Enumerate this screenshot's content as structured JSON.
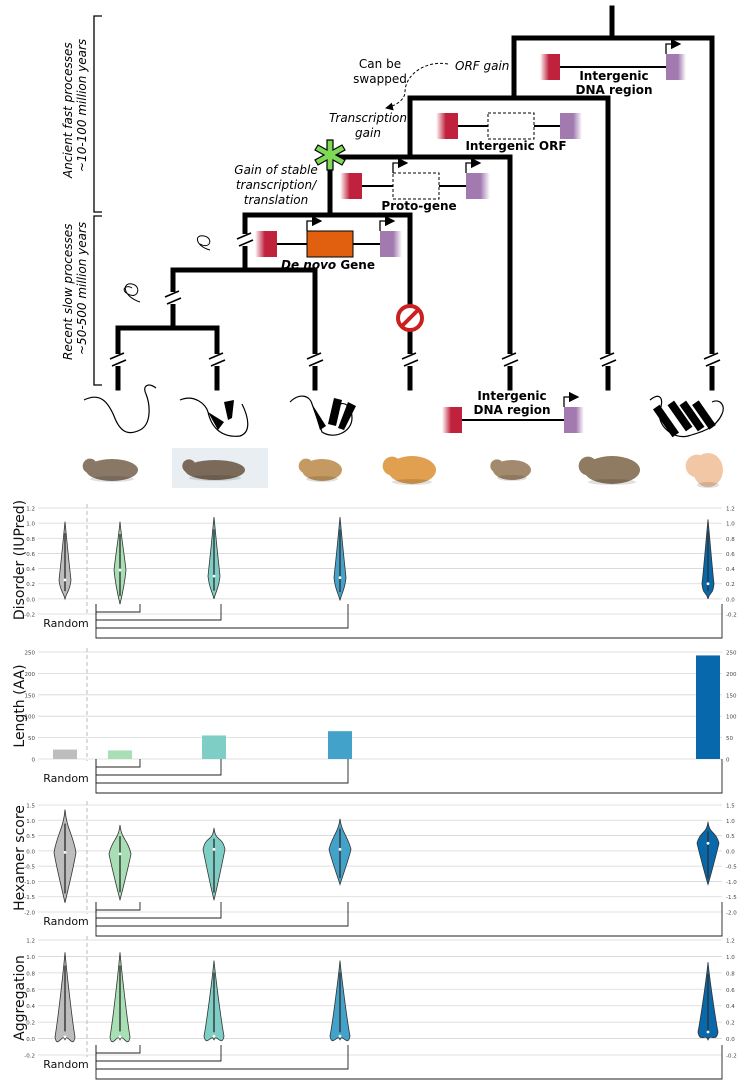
{
  "tree": {
    "left_bracket": {
      "ancient": [
        "Ancient fast processes",
        "~10-100 million years"
      ],
      "recent": [
        "Recent slow processes",
        "~50-500 million years"
      ]
    },
    "annotations": {
      "swapped": [
        "Can be",
        "swapped"
      ],
      "orf_gain": "ORF gain",
      "transcription_gain": [
        "Transcription",
        "gain"
      ],
      "stable": [
        "Gain of stable",
        "transcription/",
        "translation"
      ]
    },
    "gene_models": {
      "intergenic_top": [
        "Intergenic",
        "DNA region"
      ],
      "intergenic_orf": "Intergenic ORF",
      "proto_gene": "Proto-gene",
      "de_novo_italic": "De novo",
      "de_novo_rest": " Gene",
      "intergenic_bottom": [
        "Intergenic",
        "DNA region"
      ]
    },
    "species": [
      {
        "name": "mouse"
      },
      {
        "name": "rat"
      },
      {
        "name": "jerboa"
      },
      {
        "name": "guinea-pig"
      },
      {
        "name": "ground-squirrel"
      },
      {
        "name": "rabbit"
      },
      {
        "name": "human-baby"
      }
    ]
  },
  "colors": {
    "random": "#bdbdbd",
    "mouse": "#a8dfb4",
    "rat": "#7ecec6",
    "jerboa": "#43a2ca",
    "human": "#0868ac",
    "promoter_red": "#c0213c",
    "gene_purple": "#a27ab0",
    "de_novo_orange": "#e06010"
  },
  "panels": {
    "random_label": "Random",
    "disorder": {
      "ylabel": "Disorder (IUPred)",
      "ticks": [
        "1.2",
        "1.0",
        "0.8",
        "0.6",
        "0.4",
        "0.2",
        "0.0",
        "-0.2"
      ]
    },
    "length": {
      "ylabel": "Length (AA)",
      "ticks": [
        "250",
        "200",
        "150",
        "100",
        "50",
        "0"
      ]
    },
    "hexamer": {
      "ylabel": "Hexamer score",
      "ticks": [
        "1.5",
        "1.0",
        "0.5",
        "0.0",
        "-0.5",
        "-1.0",
        "-1.5",
        "-2.0"
      ]
    },
    "aggregation": {
      "ylabel": "Aggregation",
      "ticks": [
        "1.2",
        "1.0",
        "0.8",
        "0.6",
        "0.4",
        "0.2",
        "0.0",
        "-0.2"
      ]
    }
  },
  "chart_data": [
    {
      "type": "violin",
      "ylabel": "Disorder (IUPred)",
      "ylim": [
        -0.2,
        1.2
      ],
      "grid": true,
      "categories": [
        "random",
        "mouse",
        "rat",
        "jerboa",
        "human"
      ],
      "medians": [
        0.25,
        0.38,
        0.3,
        0.28,
        0.2
      ],
      "ranges": [
        [
          0.0,
          1.02
        ],
        [
          -0.07,
          1.02
        ],
        [
          0.0,
          1.08
        ],
        [
          -0.02,
          1.08
        ],
        [
          0.0,
          1.05
        ]
      ]
    },
    {
      "type": "bar",
      "ylabel": "Length (AA)",
      "ylim": [
        0,
        250
      ],
      "grid": true,
      "categories": [
        "random",
        "mouse",
        "rat",
        "jerboa",
        "human"
      ],
      "values": [
        22,
        20,
        55,
        65,
        242
      ]
    },
    {
      "type": "violin",
      "ylabel": "Hexamer score",
      "ylim": [
        -2.0,
        1.5
      ],
      "grid": true,
      "categories": [
        "random",
        "mouse",
        "rat",
        "jerboa",
        "human"
      ],
      "medians": [
        -0.05,
        -0.1,
        0.05,
        0.05,
        0.25
      ],
      "ranges": [
        [
          -1.7,
          1.35
        ],
        [
          -1.6,
          0.85
        ],
        [
          -1.6,
          0.75
        ],
        [
          -1.1,
          1.05
        ],
        [
          -1.1,
          0.95
        ]
      ]
    },
    {
      "type": "violin",
      "ylabel": "Aggregation",
      "ylim": [
        -0.2,
        1.2
      ],
      "grid": true,
      "categories": [
        "random",
        "mouse",
        "rat",
        "jerboa",
        "human"
      ],
      "medians": [
        0.02,
        0.02,
        0.03,
        0.03,
        0.08
      ],
      "ranges": [
        [
          -0.02,
          1.05
        ],
        [
          -0.02,
          1.05
        ],
        [
          -0.02,
          0.95
        ],
        [
          -0.02,
          0.95
        ],
        [
          -0.02,
          0.93
        ]
      ]
    }
  ]
}
